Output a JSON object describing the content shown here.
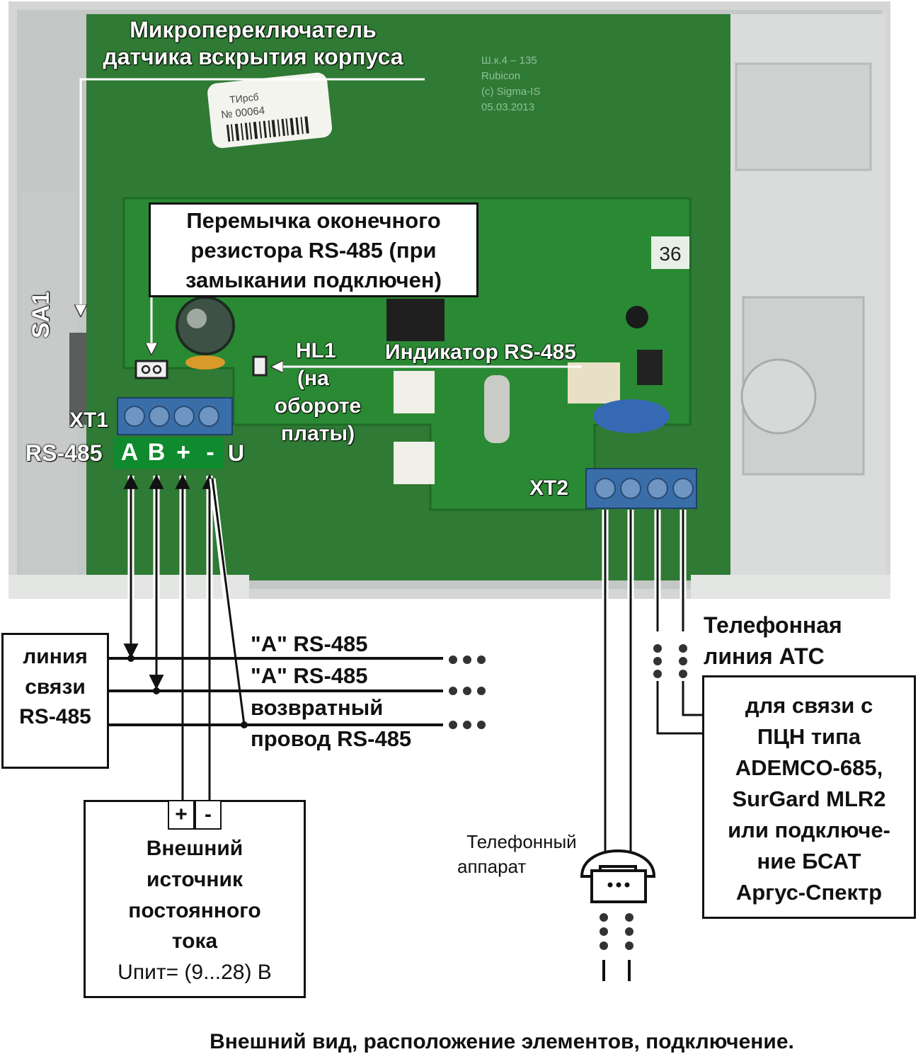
{
  "colors": {
    "pcb_green": "#2f7a34",
    "case_grey": "#d4d6d4",
    "terminal_green": "#0f8a2e",
    "terminal_blue": "#3a6ea8"
  },
  "labels": {
    "tamper_switch": [
      "Микропереключатель",
      "датчика вскрытия корпуса"
    ],
    "jumper_note": [
      "Перемычка оконечного",
      "резистора RS-485 (при",
      "замыкании подключен)"
    ],
    "sa1": "SA1",
    "hl1": [
      "HL1",
      "(на",
      "обороте",
      "платы)"
    ],
    "rs485_indicator": "Индикатор RS-485",
    "xt1": "XT1",
    "xt1_rs485": "RS-485",
    "xt1_pins": [
      "A",
      "B",
      "+",
      "-"
    ],
    "xt1_u": "U",
    "xt2": "XT2",
    "board_mark": "36",
    "board_print": [
      "Ш.к.4 – 135",
      "Rubicon",
      "(c) Sigma-IS",
      "05.03.2013"
    ],
    "sticker": [
      "ТИрсб",
      "№ 00064"
    ]
  },
  "rs485_line_box": [
    "линия",
    "связи",
    "RS-485"
  ],
  "wire_labels": [
    "\"А\" RS-485",
    "\"А\" RS-485",
    "возвратный",
    "провод RS-485"
  ],
  "power_box": {
    "terminals": [
      "+",
      "-"
    ],
    "text": [
      "Внешний",
      "источник",
      "постоянного",
      "тока",
      "Uпит= (9...28) В"
    ]
  },
  "phone_line": [
    "Телефонная",
    "линия АТС"
  ],
  "pcn_box": [
    "для связи с",
    "ПЦН типа",
    "ADEMCO-685,",
    "SurGard MLR2",
    "или подключе-",
    "ние БСАТ",
    "Аргус-Спектр"
  ],
  "phone_set": [
    "Телефонный",
    "аппарат"
  ],
  "caption": "Внешний вид, расположение элементов, подключение."
}
